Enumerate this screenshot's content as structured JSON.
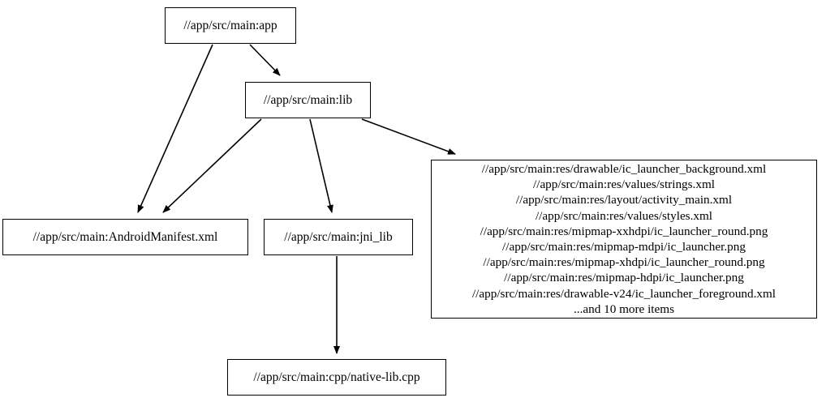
{
  "graph": {
    "type": "directed-dependency-graph",
    "orientation": "top-down",
    "nodes": [
      {
        "id": "app",
        "label": "//app/src/main:app"
      },
      {
        "id": "lib",
        "label": "//app/src/main:lib"
      },
      {
        "id": "manifest",
        "label": "//app/src/main:AndroidManifest.xml"
      },
      {
        "id": "jni_lib",
        "label": "//app/src/main:jni_lib"
      },
      {
        "id": "native_lib",
        "label": "//app/src/main:cpp/native-lib.cpp"
      },
      {
        "id": "res_group",
        "label": "//app/src/main:res/drawable/ic_launcher_background.xml\n//app/src/main:res/values/strings.xml\n//app/src/main:res/layout/activity_main.xml\n//app/src/main:res/values/styles.xml\n//app/src/main:res/mipmap-xxhdpi/ic_launcher_round.png\n//app/src/main:res/mipmap-mdpi/ic_launcher.png\n//app/src/main:res/mipmap-xhdpi/ic_launcher_round.png\n//app/src/main:res/mipmap-hdpi/ic_launcher.png\n//app/src/main:res/drawable-v24/ic_launcher_foreground.xml\n...and 10 more items",
        "lines": [
          "//app/src/main:res/drawable/ic_launcher_background.xml",
          "//app/src/main:res/values/strings.xml",
          "//app/src/main:res/layout/activity_main.xml",
          "//app/src/main:res/values/styles.xml",
          "//app/src/main:res/mipmap-xxhdpi/ic_launcher_round.png",
          "//app/src/main:res/mipmap-mdpi/ic_launcher.png",
          "//app/src/main:res/mipmap-xhdpi/ic_launcher_round.png",
          "//app/src/main:res/mipmap-hdpi/ic_launcher.png",
          "//app/src/main:res/drawable-v24/ic_launcher_foreground.xml",
          "...and 10 more items"
        ]
      }
    ],
    "edges": [
      {
        "from": "app",
        "to": "manifest"
      },
      {
        "from": "app",
        "to": "lib"
      },
      {
        "from": "lib",
        "to": "manifest"
      },
      {
        "from": "lib",
        "to": "jni_lib"
      },
      {
        "from": "lib",
        "to": "res_group"
      },
      {
        "from": "jni_lib",
        "to": "native_lib"
      }
    ],
    "style": {
      "node_fill": "#ffffff",
      "node_stroke": "#000000",
      "edge_stroke": "#000000",
      "background": "#ffffff"
    }
  }
}
